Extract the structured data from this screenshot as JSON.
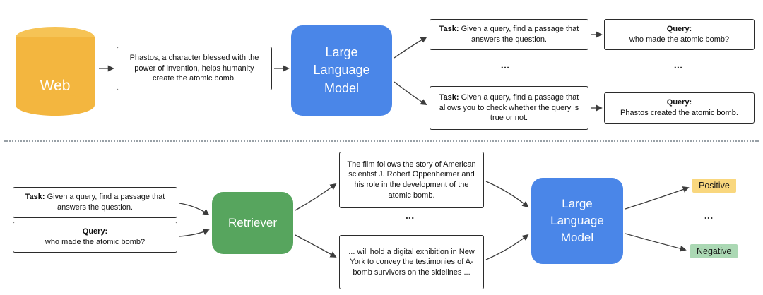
{
  "top": {
    "web": "Web",
    "passage": "Phastos, a character blessed with the power of invention, helps humanity create the atomic bomb.",
    "llm": "Large Language Model",
    "ellipsis": "...",
    "tasks": [
      {
        "label": "Task:",
        "text": " Given a query, find a passage that answers the question."
      },
      {
        "label": "Task:",
        "text": " Given a query, find a passage that allows you to check whether the query is true or not."
      }
    ],
    "queries": [
      {
        "label": "Query:",
        "text": "who made the atomic bomb?"
      },
      {
        "label": "Query:",
        "text": "Phastos created the atomic bomb."
      }
    ]
  },
  "bottom": {
    "task": {
      "label": "Task:",
      "text": " Given a query, find a passage that answers the question."
    },
    "query": {
      "label": "Query:",
      "text": "who made the atomic bomb?"
    },
    "retriever": "Retriever",
    "llm": "Large Language Model",
    "ellipsis": "...",
    "passages": [
      "The film follows the story of American scientist J. Robert Oppenheimer and his role in the development of the atomic bomb.",
      "... will hold a digital exhibition in New York to convey the testimonies of A-bomb survivors on the sidelines ..."
    ],
    "outputs": {
      "positive": "Positive",
      "negative": "Negative"
    }
  },
  "colors": {
    "web_yellow": "#F3B63F",
    "llm_blue": "#4A86E8",
    "retriever_green": "#57A55E",
    "positive_bg": "#F9D77E",
    "negative_bg": "#ABD8B4"
  }
}
